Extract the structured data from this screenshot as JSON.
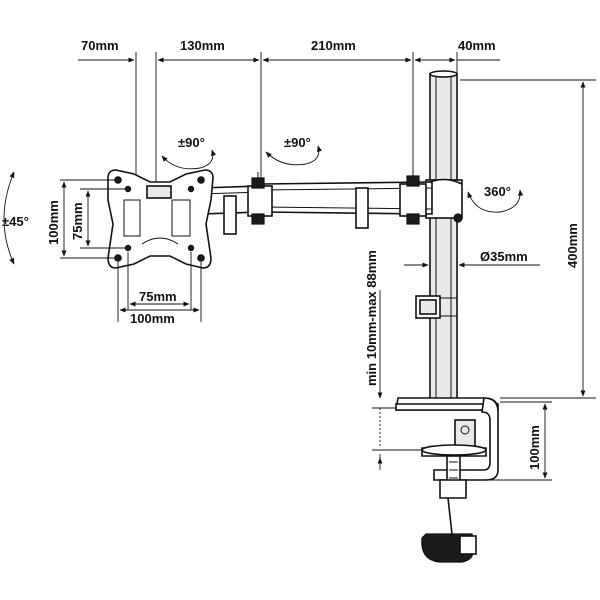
{
  "dimensions": {
    "top_70": "70mm",
    "top_130": "130mm",
    "top_210": "210mm",
    "top_40": "40mm",
    "height_400": "400mm",
    "pole_diameter": "Ø35mm",
    "clamp_range": "min 10mm-max 88mm",
    "clamp_height": "100mm",
    "vesa_h_75": "75mm",
    "vesa_h_100": "100mm",
    "vesa_v_75": "75mm",
    "vesa_v_100": "100mm"
  },
  "rotations": {
    "tilt": "±45°",
    "swivel_1": "±90°",
    "swivel_2": "±90°",
    "rotation": "360°"
  }
}
